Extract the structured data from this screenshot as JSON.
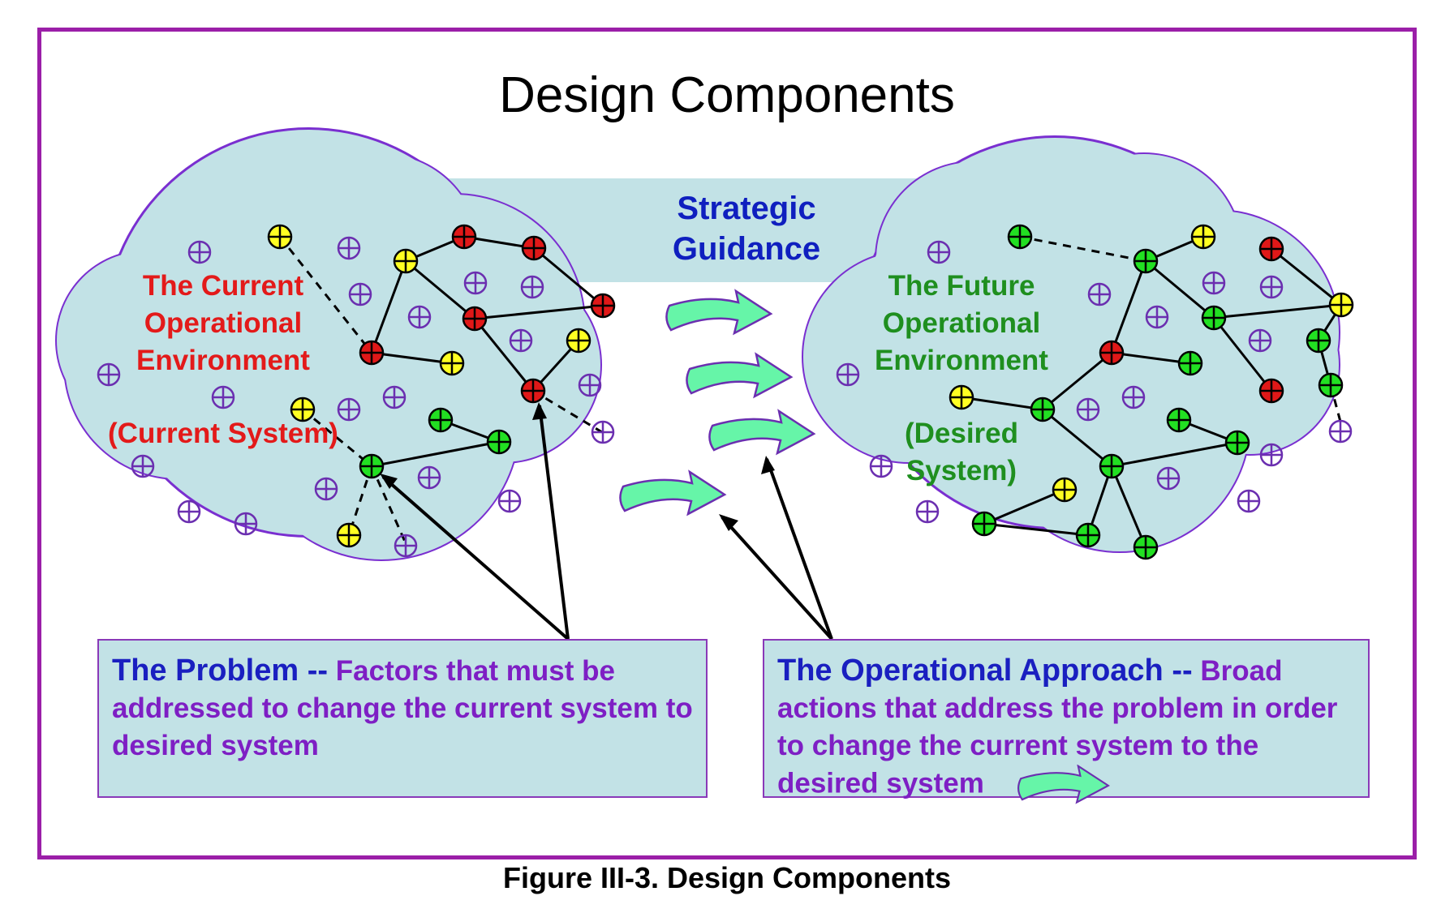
{
  "title": "Design Components",
  "caption": "Figure III-3.   Design Components",
  "labels": {
    "strategic_guidance": "Strategic Guidance",
    "current_environment": "The Current Operational Environment",
    "current_system": "(Current System)",
    "future_environment": "The Future Operational Environment",
    "desired_system": "(Desired System)"
  },
  "problem_box": {
    "heading": "The Problem --",
    "text": "Factors that must be addressed to change the current system to desired system"
  },
  "approach_box": {
    "heading": "The Operational Approach --",
    "text": "Broad actions that address the problem in order to change the current system to the desired system"
  },
  "colors": {
    "frame": "#9b1fa8",
    "cloud_fill": "#c2e2e6",
    "cloud_stroke": "#7a2fd0",
    "node_green": "#22e022",
    "node_yellow": "#ffff22",
    "node_red": "#e01818",
    "node_neutral": "#6b2fb0",
    "arrow_fill": "#66f5a8"
  },
  "icons": {
    "factor_symbol": "circled-plus-icon",
    "approach_arrow": "curved-arrow-icon"
  }
}
